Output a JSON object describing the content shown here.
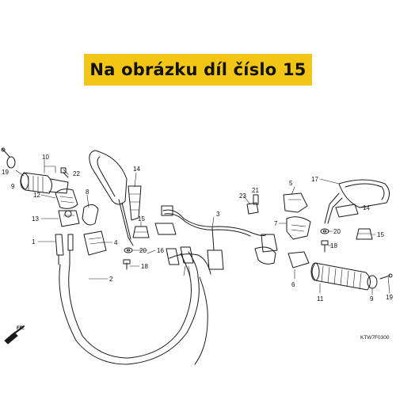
{
  "banner": {
    "text": "Na obrázku díl číslo 15",
    "color": "#f3c515"
  },
  "diagram": {
    "part_numbers": [
      "19",
      "9",
      "10",
      "22",
      "12",
      "8",
      "14",
      "13",
      "15",
      "1",
      "20",
      "16",
      "4",
      "18",
      "2",
      "3",
      "23",
      "21",
      "5",
      "7",
      "17",
      "20",
      "15",
      "18",
      "14",
      "6",
      "11",
      "9",
      "19"
    ],
    "direction_label": "FR.",
    "drawing_code": "KTW7F0300",
    "highlighted_part": "15"
  }
}
